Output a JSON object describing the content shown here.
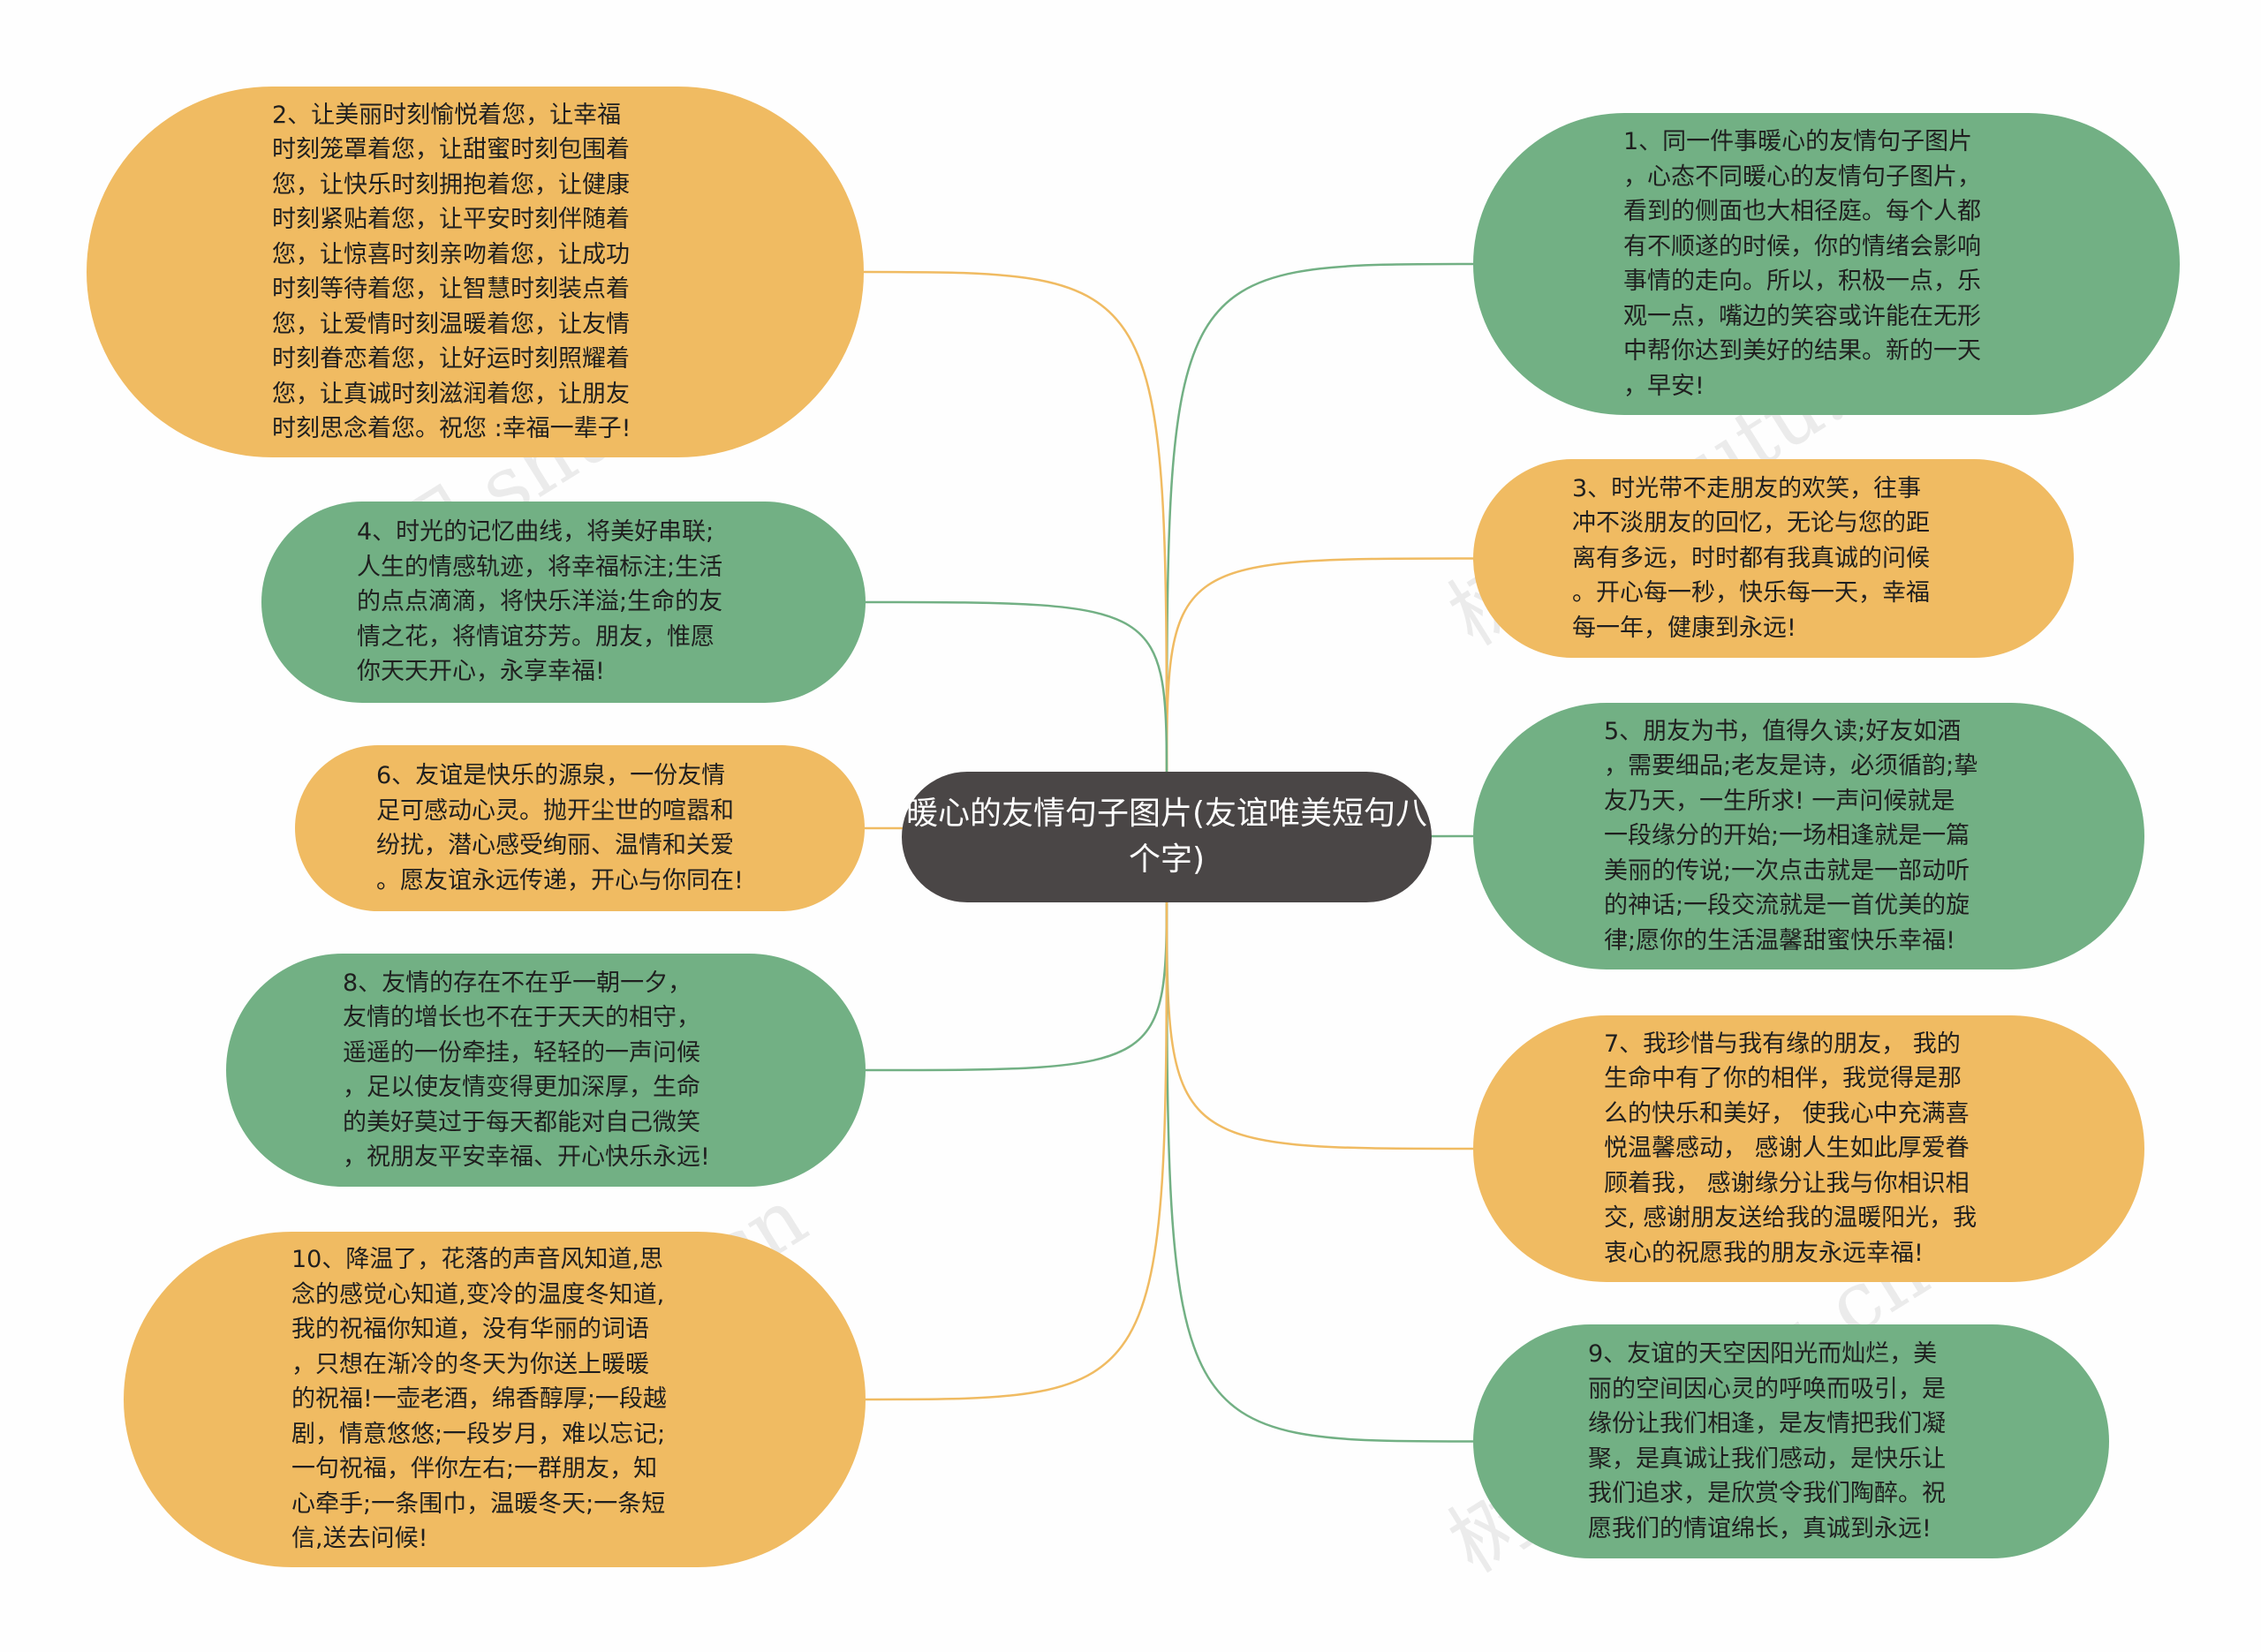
{
  "colors": {
    "orange": "#f0bb62",
    "green": "#72b084",
    "center": "#4a4646",
    "link_orange": "#f0bb62",
    "link_green": "#72b084"
  },
  "center": {
    "label": "暖心的友情句子图片(友谊唯美短句八个字)"
  },
  "watermark": "树图 shutu.cn",
  "nodes": [
    {
      "id": "n1",
      "color": "green",
      "text": "1、同一件事暖心的友情句子图片\n，心态不同暖心的友情句子图片，\n看到的侧面也大相径庭。每个人都\n有不顺遂的时候，你的情绪会影响\n事情的走向。所以，积极一点，乐\n观一点，嘴边的笑容或许能在无形\n中帮你达到美好的结果。新的一天\n，早安!"
    },
    {
      "id": "n2",
      "color": "orange",
      "text": "2、让美丽时刻愉悦着您，让幸福\n时刻笼罩着您，让甜蜜时刻包围着\n您，让快乐时刻拥抱着您，让健康\n时刻紧贴着您，让平安时刻伴随着\n您，让惊喜时刻亲吻着您，让成功\n时刻等待着您，让智慧时刻装点着\n您，让爱情时刻温暖着您，让友情\n时刻眷恋着您，让好运时刻照耀着\n您，让真诚时刻滋润着您，让朋友\n时刻思念着您。祝您 :幸福一辈子!"
    },
    {
      "id": "n3",
      "color": "orange",
      "text": "3、时光带不走朋友的欢笑，往事\n冲不淡朋友的回忆，无论与您的距\n离有多远，时时都有我真诚的问候\n。开心每一秒，快乐每一天，幸福\n每一年，健康到永远!"
    },
    {
      "id": "n4",
      "color": "green",
      "text": "4、时光的记忆曲线，将美好串联;\n人生的情感轨迹，将幸福标注;生活\n的点点滴滴，将快乐洋溢;生命的友\n情之花，将情谊芬芳。朋友，惟愿\n你天天开心，永享幸福!"
    },
    {
      "id": "n5",
      "color": "green",
      "text": "5、朋友为书，值得久读;好友如酒\n，需要细品;老友是诗，必须循韵;挚\n友乃天，一生所求! 一声问候就是\n一段缘分的开始;一场相逢就是一篇\n美丽的传说;一次点击就是一部动听\n的神话;一段交流就是一首优美的旋\n律;愿你的生活温馨甜蜜快乐幸福!"
    },
    {
      "id": "n6",
      "color": "orange",
      "text": "6、友谊是快乐的源泉，一份友情\n足可感动心灵。抛开尘世的喧嚣和\n纷扰，潜心感受绚丽、温情和关爱\n。愿友谊永远传递，开心与你同在!"
    },
    {
      "id": "n7",
      "color": "orange",
      "text": "7、我珍惜与我有缘的朋友， 我的\n生命中有了你的相伴，我觉得是那\n么的快乐和美好， 使我心中充满喜\n悦温馨感动， 感谢人生如此厚爱眷\n顾着我， 感谢缘分让我与你相识相\n交, 感谢朋友送给我的温暖阳光，我\n衷心的祝愿我的朋友永远幸福!"
    },
    {
      "id": "n8",
      "color": "green",
      "text": "8、友情的存在不在乎一朝一夕，\n友情的增长也不在于天天的相守，\n遥遥的一份牵挂，轻轻的一声问候\n，足以使友情变得更加深厚，生命\n的美好莫过于每天都能对自己微笑\n，祝朋友平安幸福、开心快乐永远!"
    },
    {
      "id": "n9",
      "color": "green",
      "text": "9、友谊的天空因阳光而灿烂，美\n丽的空间因心灵的呼唤而吸引，是\n缘份让我们相逢，是友情把我们凝\n聚，是真诚让我们感动，是快乐让\n我们追求，是欣赏令我们陶醉。祝\n愿我们的情谊绵长，真诚到永远!"
    },
    {
      "id": "n10",
      "color": "orange",
      "text": "10、降温了，花落的声音风知道,思\n念的感觉心知道,变冷的温度冬知道,\n我的祝福你知道，没有华丽的词语\n，只想在渐冷的冬天为你送上暖暖\n的祝福!一壶老酒，绵香醇厚;一段越\n剧，情意悠悠;一段岁月，难以忘记;\n一句祝福，伴你左右;一群朋友，知\n心牵手;一条围巾，温暖冬天;一条短\n信,送去问候!"
    }
  ]
}
